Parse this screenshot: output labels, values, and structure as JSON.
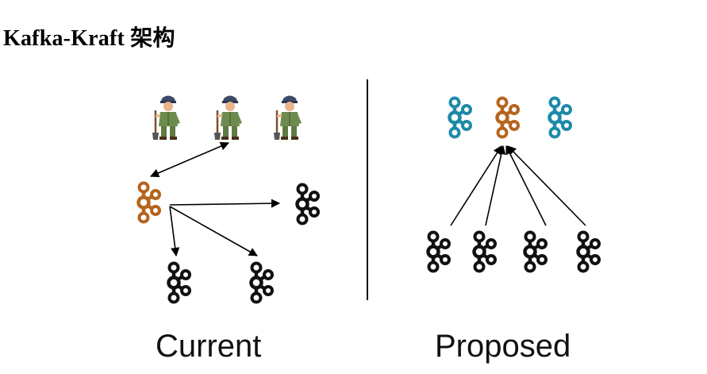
{
  "title": "Kafka-Kraft 架构",
  "captions": {
    "current": "Current",
    "proposed": "Proposed"
  },
  "colors": {
    "controller_active": "#b5651d",
    "controller_standby": "#1d8aa8",
    "broker": "#111111",
    "zk_uniform": "#6e8b4e"
  },
  "icons": {
    "zookeeper": "zookeeper-keeper-icon",
    "kafka": "kafka-logo-icon"
  }
}
